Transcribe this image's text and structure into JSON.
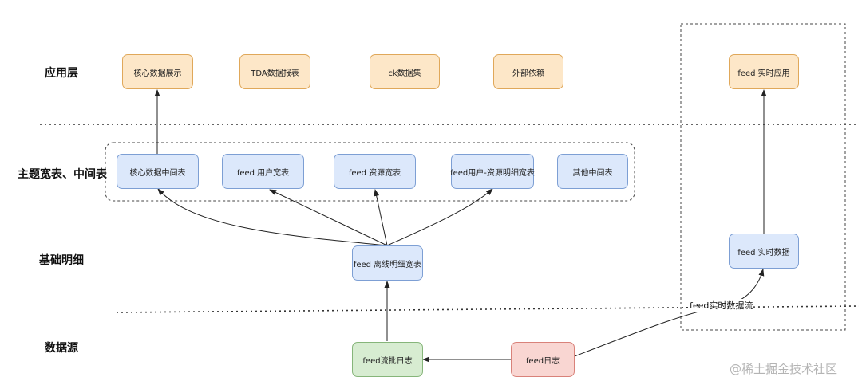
{
  "layers": {
    "app": "应用层",
    "theme": "主题宽表、中间表",
    "base": "基础明细",
    "source": "数据源"
  },
  "nodes": {
    "core_display": "核心数据展示",
    "tda_report": "TDA数据报表",
    "ck_dataset": "ck数据集",
    "external_dep": "外部依赖",
    "feed_realtime_app": "feed 实时应用",
    "core_middle": "核心数据中间表",
    "feed_user_wide": "feed 用户宽表",
    "feed_resource_wide": "feed 资源宽表",
    "feed_user_resource_detail": "feed用户-资源明细宽表",
    "other_middle": "其他中间表",
    "feed_offline_detail": "feed 离线明细宽表",
    "feed_realtime_data": "feed 实时数据",
    "feed_batch_log": "feed流批日志",
    "feed_log": "feed日志"
  },
  "edges": {
    "realtime_stream_label": "feed实时数据流"
  },
  "watermark": "@稀土掘金技术社区",
  "colors": {
    "application": "#fde7c8",
    "theme_base": "#dce8fb",
    "batch_log": "#d7ecd1",
    "raw_log": "#f9d6d2"
  }
}
